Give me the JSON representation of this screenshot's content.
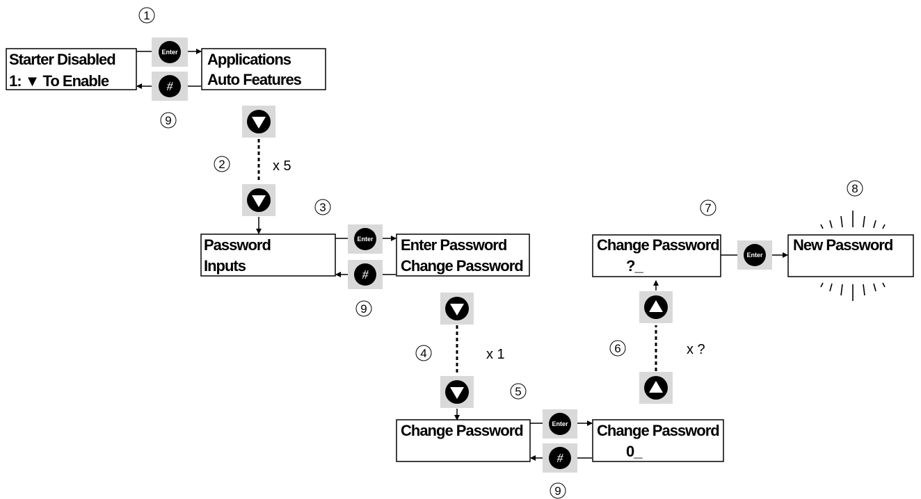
{
  "steps": [
    "1",
    "2",
    "3",
    "4",
    "5",
    "6",
    "7",
    "8",
    "9"
  ],
  "displays": {
    "starter": {
      "line1": "Starter Disabled",
      "line2": "1:  ▼ To Enable"
    },
    "applications": {
      "line1": "Applications",
      "line2": "Auto Features"
    },
    "password_inputs": {
      "line1": "Password",
      "line2": "Inputs"
    },
    "enter_change": {
      "line1": "Enter Password",
      "line2": "Change Password"
    },
    "change_password": {
      "line1": "Change Password"
    },
    "change_zero": {
      "line1": "Change Password",
      "line2": "0_"
    },
    "change_question": {
      "line1": "Change Password",
      "line2": "?_"
    },
    "new_password": {
      "line1": "New Password"
    }
  },
  "keys": {
    "enter": "Enter",
    "hash": "#"
  },
  "multipliers": {
    "down_first": "x 5",
    "down_second": "x 1",
    "up": "x ?"
  },
  "icons": {
    "enter": "enter-key-icon",
    "hash": "hash-key-icon",
    "down": "down-arrow-key-icon",
    "up": "up-arrow-key-icon"
  },
  "colors": {
    "key_background": "#d9d9d9",
    "key_face": "#000000",
    "line": "#000000"
  }
}
